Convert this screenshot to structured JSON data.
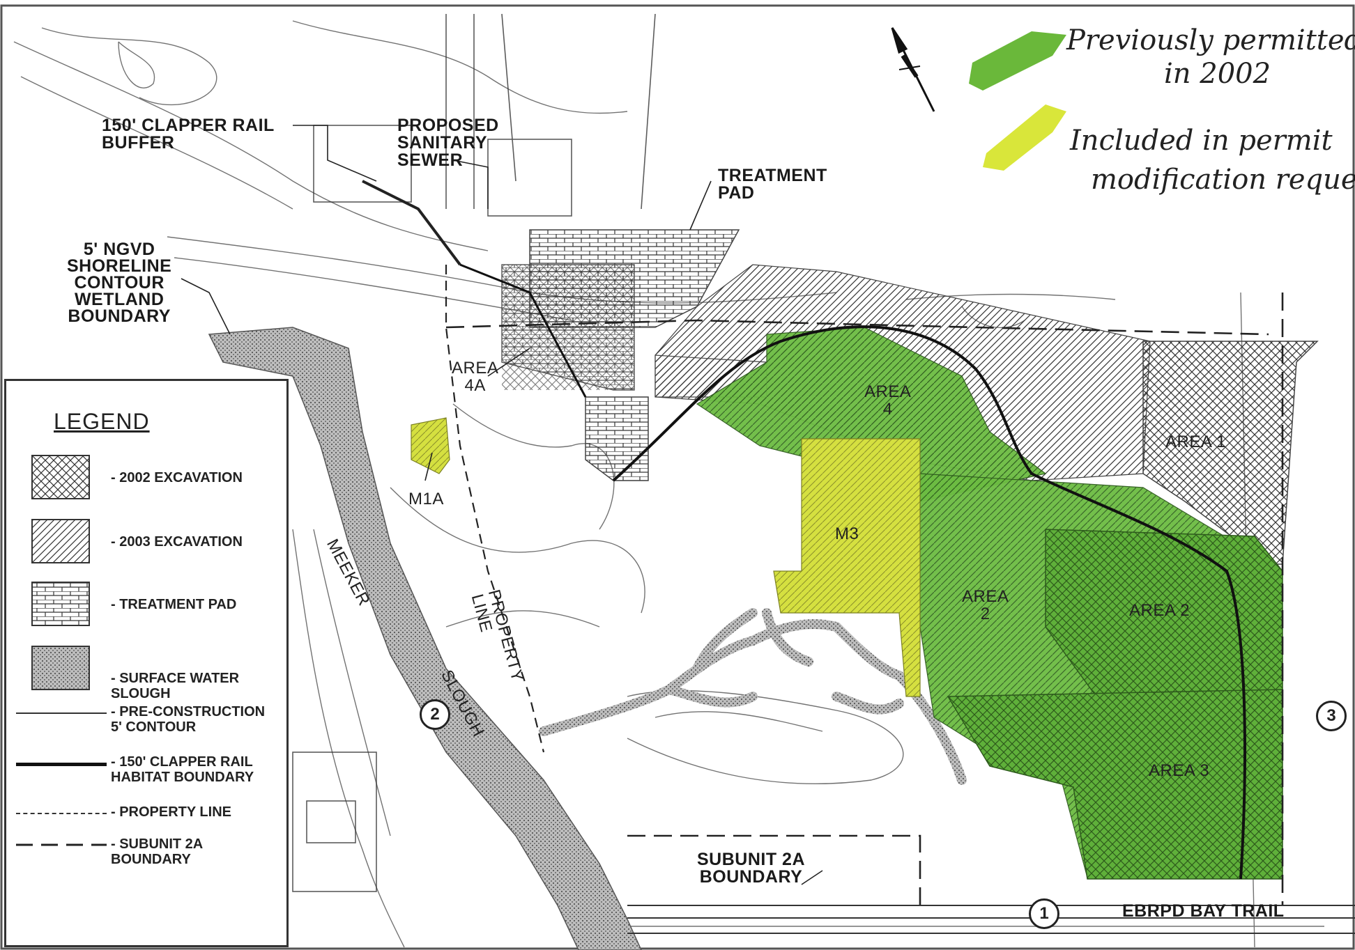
{
  "handwritten_legend": {
    "previously_permitted": {
      "line1": "Previously permitted",
      "line2": "in 2002",
      "color": "#6ab83a"
    },
    "included_in_modification": {
      "line1": "Included in permit",
      "line2": "modification reques",
      "color": "#d9e63a"
    }
  },
  "colors": {
    "green_area": "#5fb03a",
    "yellow_area": "#d5e040",
    "slough_gray": "#9a9a9a",
    "hatch_gray": "#7a7a7a"
  },
  "map_labels": {
    "clapper_buffer": "150' CLAPPER RAIL\nBUFFER",
    "sanitary_sewer": "PROPOSED\nSANITARY\nSEWER",
    "treatment_pad": "TREATMENT\nPAD",
    "shoreline": "5' NGVD\nSHORELINE\nCONTOUR\nWETLAND\nBOUNDARY",
    "area_4a": "AREA\n4A",
    "area_4": "AREA\n4",
    "area_1": "AREA 1",
    "area_2_left": "AREA\n2",
    "area_2_right": "AREA 2",
    "area_3": "AREA 3",
    "m1a": "M1A",
    "m3": "M3",
    "meeker": "MEEKER",
    "slough": "SLOUGH",
    "property_line": "PROPERTY\nLINE",
    "subunit": "SUBUNIT 2A\nBOUNDARY",
    "bay_trail": "EBRPD BAY TRAIL",
    "circle_1": "1",
    "circle_2": "2",
    "circle_3": "3"
  },
  "legend": {
    "title": "LEGEND",
    "items": [
      {
        "label": "- 2002 EXCAVATION",
        "kind": "crosshatch"
      },
      {
        "label": "- 2003 EXCAVATION",
        "kind": "diagonal"
      },
      {
        "label": "- TREATMENT PAD",
        "kind": "brick"
      },
      {
        "label": "- SURFACE WATER\n  SLOUGH",
        "kind": "stipple"
      },
      {
        "label": "- PRE-CONSTRUCTION\n  5' CONTOUR",
        "kind": "thin-line"
      },
      {
        "label": "- 150' CLAPPER RAIL\n  HABITAT BOUNDARY",
        "kind": "thick-line"
      },
      {
        "label": "- PROPERTY LINE",
        "kind": "dash-short"
      },
      {
        "label": "- SUBUNIT 2A\n  BOUNDARY",
        "kind": "dash-long"
      }
    ]
  }
}
